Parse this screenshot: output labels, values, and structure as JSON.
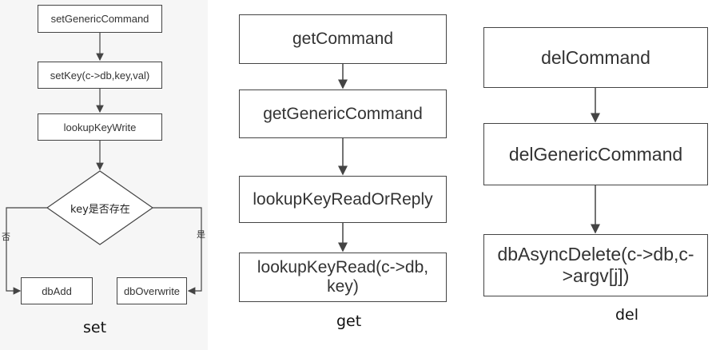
{
  "set": {
    "nodes": [
      "setGenericCommand",
      "setKey(c->db,key,val)",
      "lookupKeyWrite"
    ],
    "decision": "key是否存在",
    "no_label": "否",
    "yes_label": "是",
    "left_leaf": "dbAdd",
    "right_leaf": "dbOverwrite",
    "caption": "set"
  },
  "get": {
    "nodes": [
      "getCommand",
      "getGenericCommand",
      "lookupKeyReadOrReply",
      "lookupKeyRead(c->db,\nkey)"
    ],
    "caption": "get"
  },
  "del": {
    "nodes": [
      "delCommand",
      "delGenericCommand",
      "dbAsyncDelete(c->db,c-\n>argv[j])"
    ],
    "caption": "del"
  }
}
